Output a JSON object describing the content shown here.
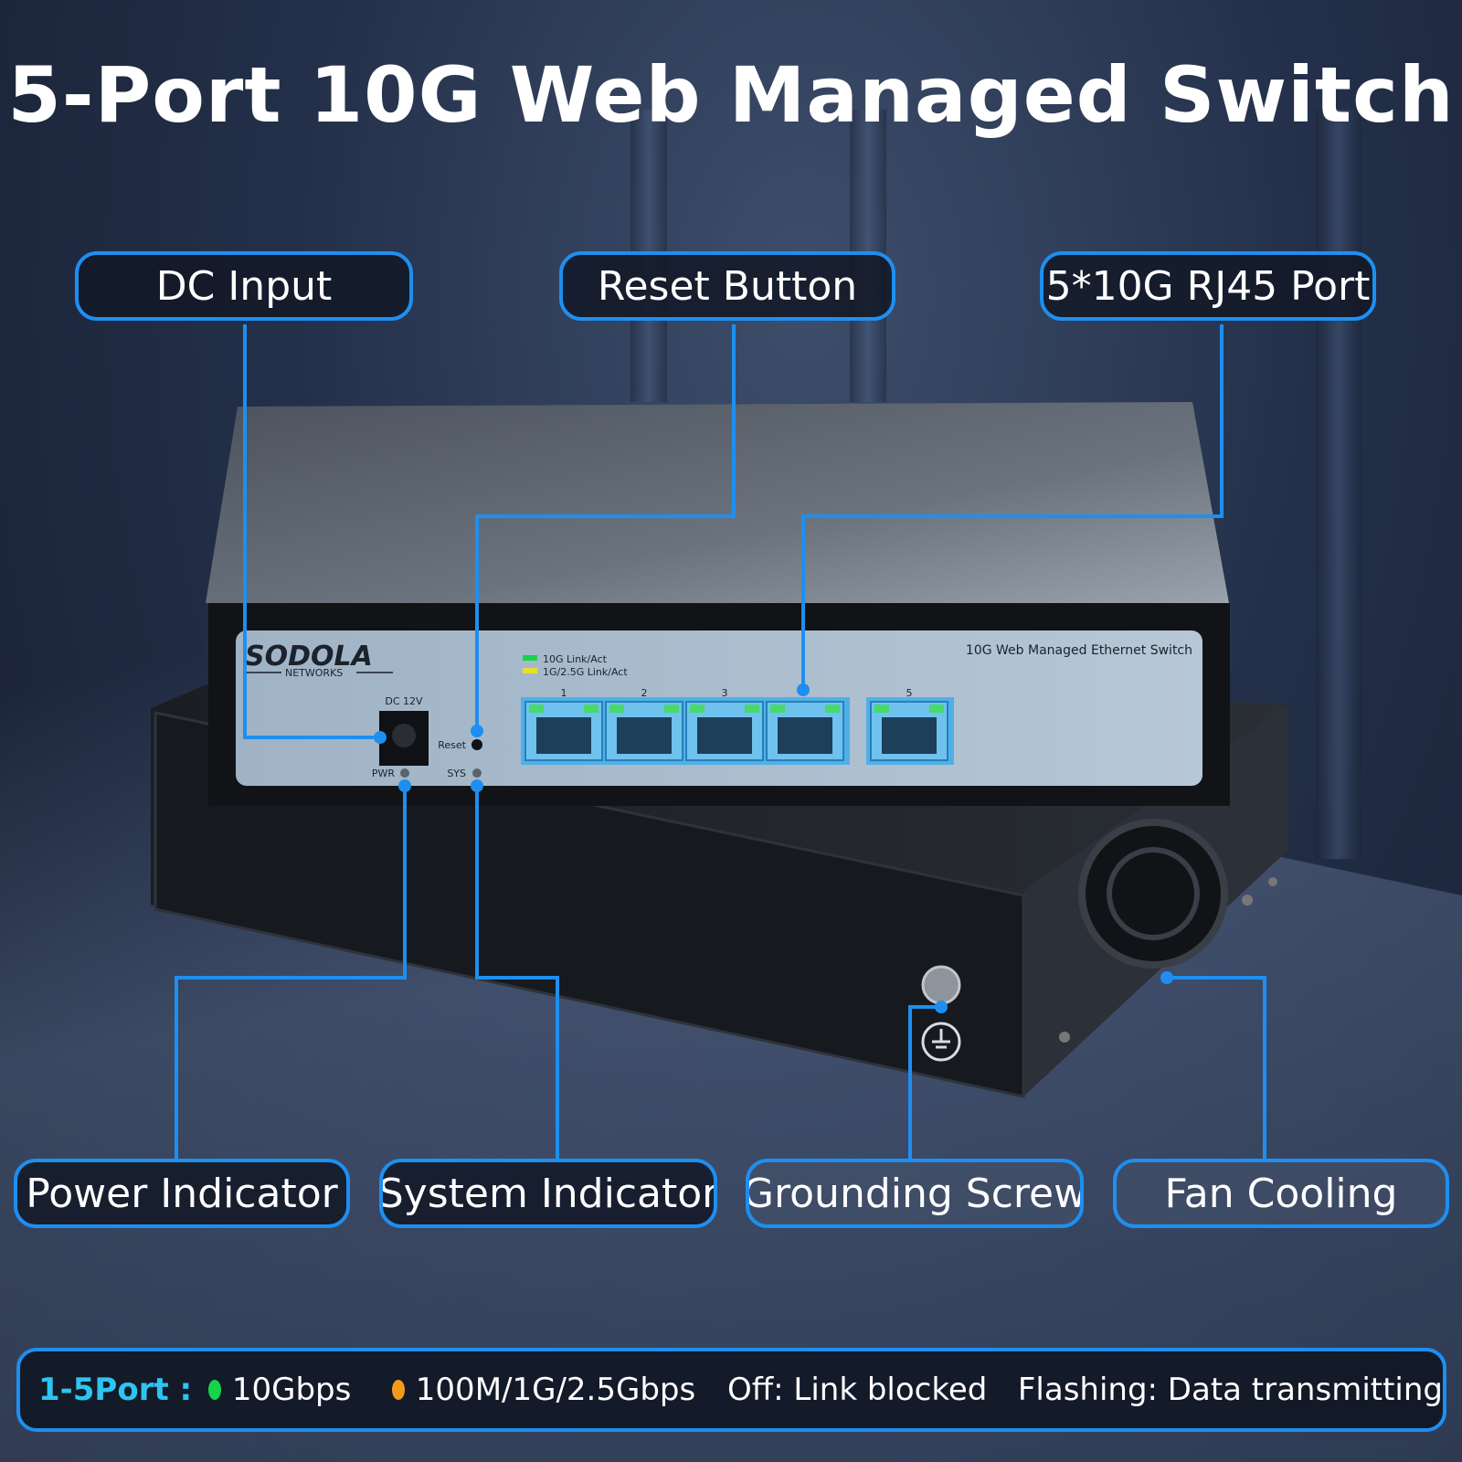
{
  "title": "5-Port 10G Web Managed Switch",
  "callouts": {
    "dc_input": "DC Input",
    "reset_button": "Reset Button",
    "rj45_port": "5*10G RJ45 Port",
    "power_indicator": "Power Indicator",
    "system_indicator": "System Indicator",
    "grounding_screw": "Grounding Screw",
    "fan_cooling": "Fan Cooling"
  },
  "device": {
    "brand": "SODOLA",
    "brand_sub": "NETWORKS",
    "model_label": "10G Web Managed Ethernet Switch",
    "dc_label": "DC 12V",
    "reset_label": "Reset",
    "pwr_label": "PWR",
    "sys_label": "SYS",
    "led_legend_green": "10G Link/Act",
    "led_legend_yellow": "1G/2.5G Link/Act",
    "ports": [
      "1",
      "2",
      "3",
      "",
      "5"
    ]
  },
  "legend": {
    "prefix": "1-5Port :",
    "green_text": "10Gbps",
    "orange_text": "100M/1G/2.5Gbps",
    "off_text": "Off: Link blocked",
    "flash_text": "Flashing: Data transmitting"
  },
  "colors": {
    "accent": "#1e8ff0",
    "led_green": "#17d34a",
    "led_orange": "#f39a1c",
    "prefix_cyan": "#2ec4f2"
  }
}
